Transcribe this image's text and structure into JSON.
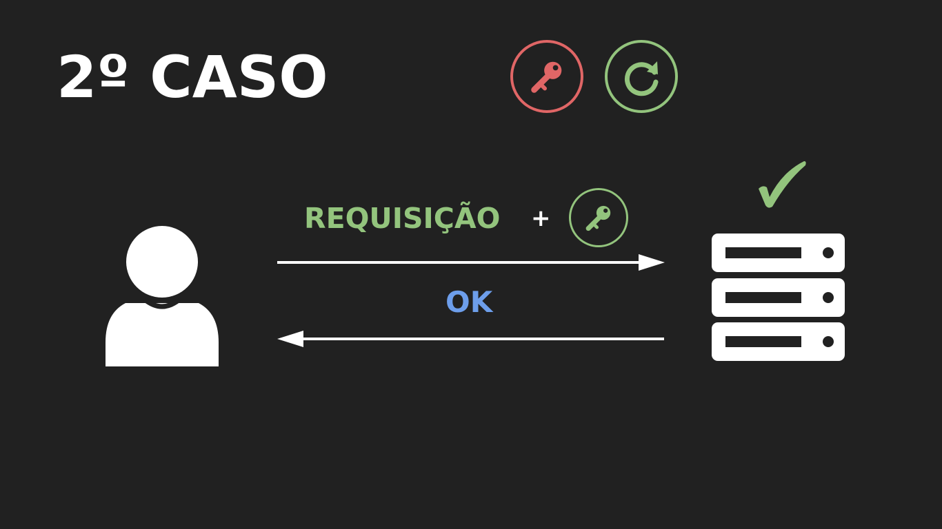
{
  "title": "2º CASO",
  "top_icons": [
    {
      "icon": "key-icon",
      "color": "#e06666"
    },
    {
      "icon": "refresh-icon",
      "color": "#93c47d"
    }
  ],
  "request": {
    "label": "REQUISIÇÃO",
    "plus": "+",
    "attached_icon": "key-icon",
    "color": "#93c47d"
  },
  "response": {
    "label": "OK",
    "color": "#6d9eeb"
  },
  "client": {
    "icon": "user-icon"
  },
  "server": {
    "icon": "server-icon",
    "status_icon": "checkmark-icon",
    "status_color": "#93c47d"
  },
  "colors": {
    "background": "#212121",
    "foreground": "#ffffff",
    "red": "#e06666",
    "green": "#93c47d",
    "blue": "#6d9eeb"
  }
}
